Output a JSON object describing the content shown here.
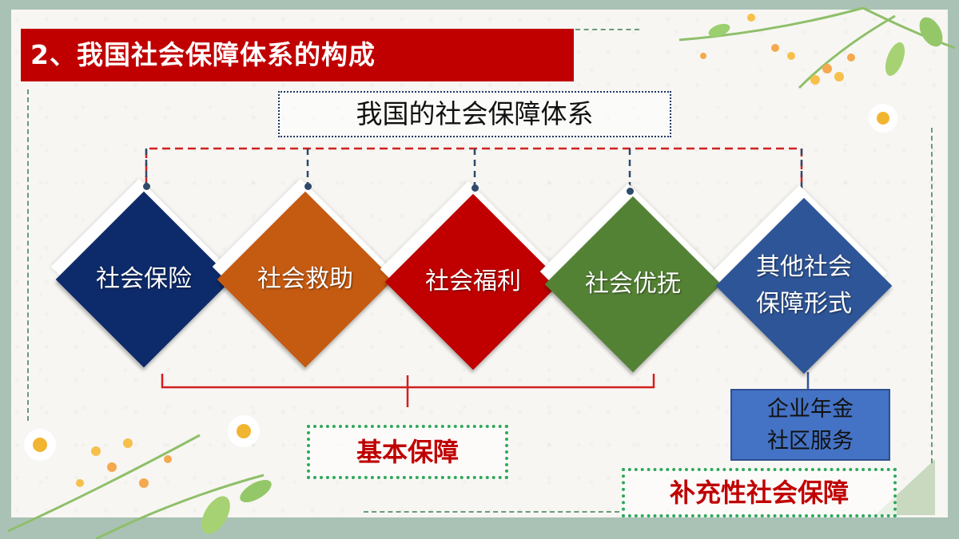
{
  "slide": {
    "title": "2、我国社会保障体系的构成",
    "root": "我国的社会保障体系",
    "categories": [
      {
        "label": "社会保险",
        "color": "#0d2b6b"
      },
      {
        "label": "社会救助",
        "color": "#c55a11"
      },
      {
        "label": "社会福利",
        "color": "#c00000"
      },
      {
        "label": "社会优抚",
        "color": "#548235"
      },
      {
        "label": "其他社会保障形式",
        "line1": "其他社会",
        "line2": "保障形式",
        "color": "#2e5597"
      }
    ],
    "basic_label": "基本保障",
    "other_forms": {
      "line1": "企业年金",
      "line2": "社区服务"
    },
    "supplementary_label": "补充性社会保障"
  },
  "colors": {
    "accent_red": "#c00000",
    "frame_green": "#a9c2b5",
    "dotted_green": "#2fa85a"
  }
}
